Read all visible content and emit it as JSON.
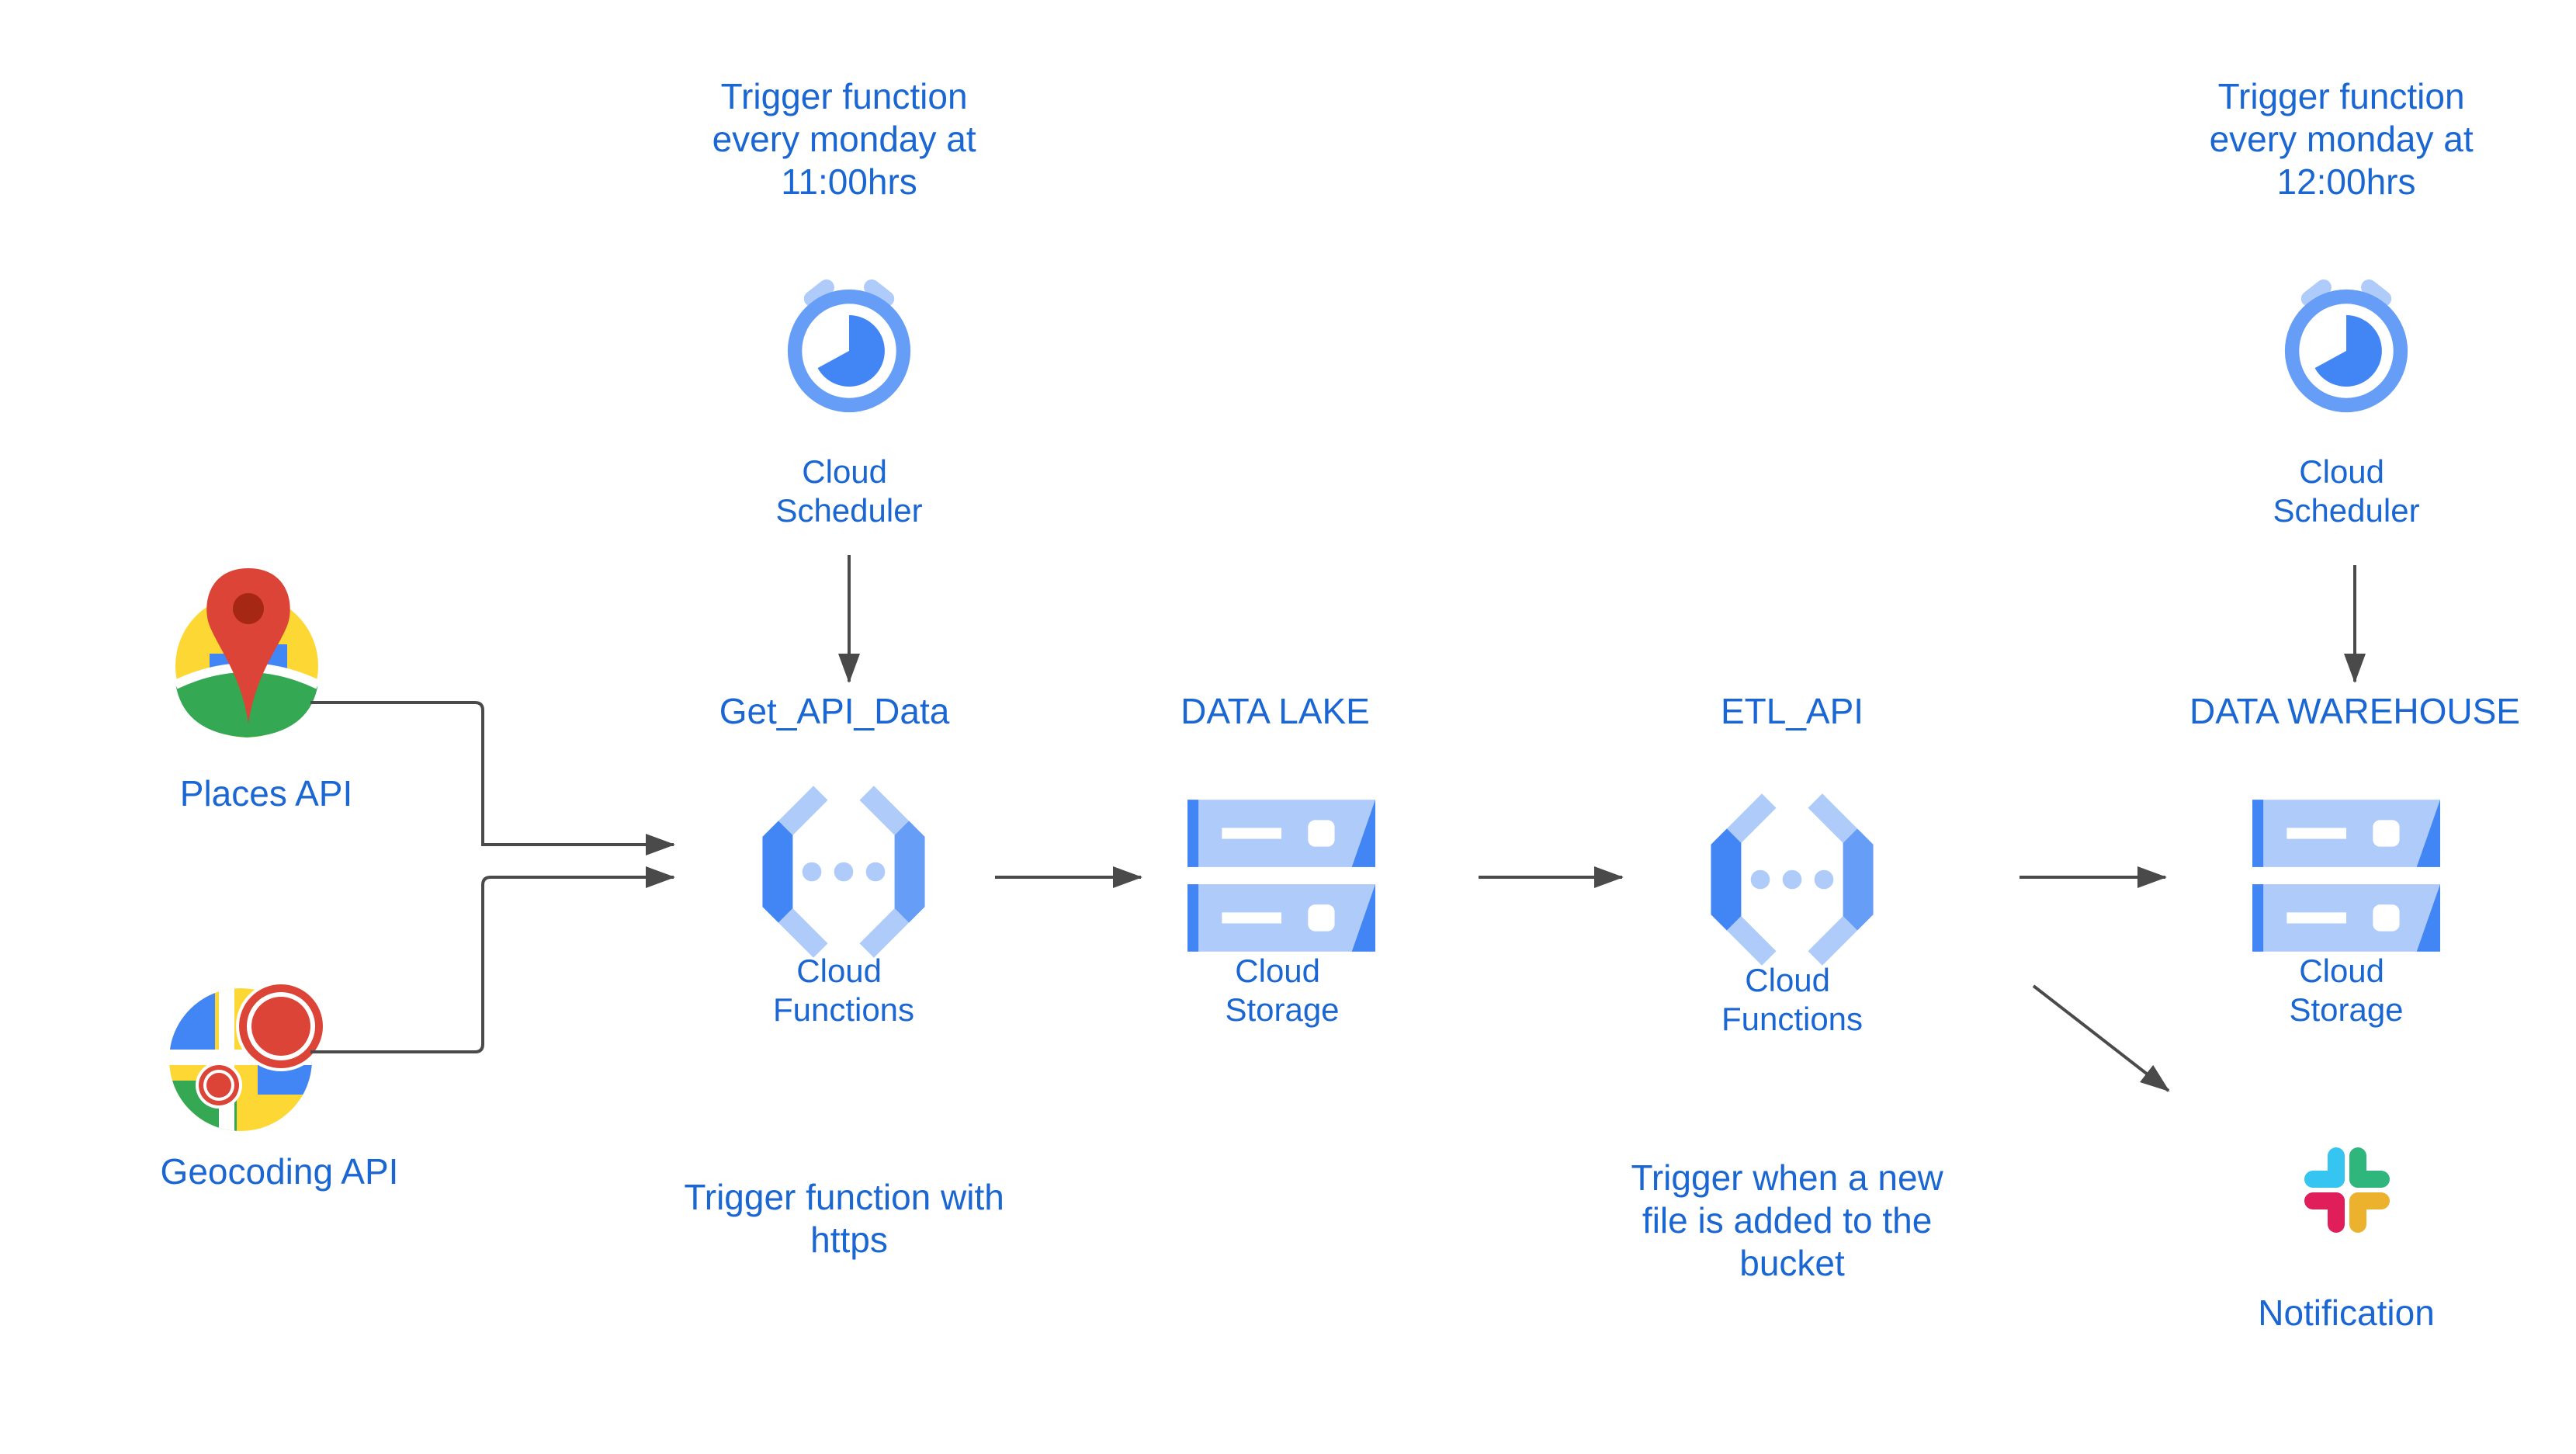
{
  "colors": {
    "label": "#1a66d2",
    "arrow": "#4a4a4a",
    "gcp_light": "#aecbfa",
    "gcp_blue": "#4285f4",
    "gcp_mid": "#669df6",
    "maps_red": "#db4437",
    "maps_yellow": "#fdd835",
    "maps_green": "#34a853",
    "maps_blue": "#4285f4"
  },
  "nodes": {
    "places_api": {
      "label": "Places API",
      "icon": "places-pin-icon"
    },
    "geocoding_api": {
      "label": "Geocoding API",
      "icon": "geocoding-map-icon"
    },
    "scheduler_1": {
      "note": [
        "Trigger function",
        "every monday at",
        "11:00hrs"
      ],
      "label": [
        "Cloud",
        "Scheduler"
      ],
      "icon": "clock-icon"
    },
    "get_api_data": {
      "title": "Get_API_Data",
      "label": [
        "Cloud",
        "Functions"
      ],
      "note": [
        "Trigger function with",
        "https"
      ],
      "icon": "cloud-functions-icon"
    },
    "data_lake": {
      "title": "DATA LAKE",
      "label": [
        "Cloud",
        "Storage"
      ],
      "icon": "cloud-storage-icon"
    },
    "etl_api": {
      "title": "ETL_API",
      "label": [
        "Cloud",
        "Functions"
      ],
      "note": [
        "Trigger when a new",
        "file is added to the",
        "bucket"
      ],
      "icon": "cloud-functions-icon"
    },
    "scheduler_2": {
      "note": [
        "Trigger function",
        "every monday at",
        "12:00hrs"
      ],
      "label": [
        "Cloud",
        "Scheduler"
      ],
      "icon": "clock-icon"
    },
    "data_warehouse": {
      "title": "DATA WAREHOUSE",
      "label": [
        "Cloud",
        "Storage"
      ],
      "icon": "cloud-storage-icon"
    },
    "notification": {
      "label": "Notification",
      "icon": "slack-icon"
    }
  }
}
